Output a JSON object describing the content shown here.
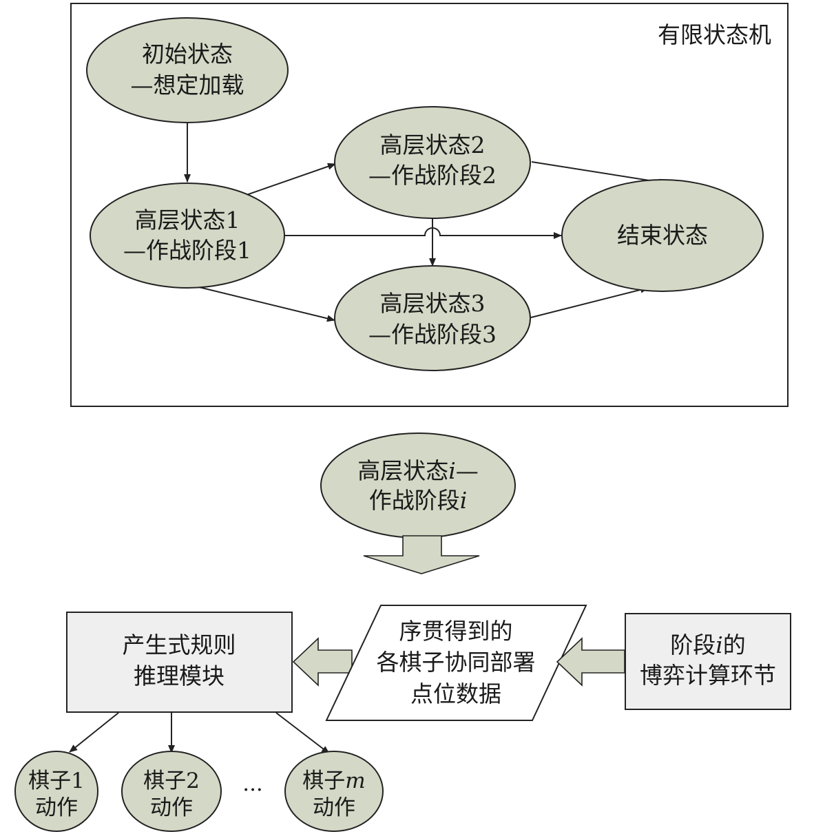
{
  "fsm": {
    "title": "有限状态机",
    "initial": {
      "line1": "初始状态",
      "line2": "—想定加载"
    },
    "high1": {
      "line1": "高层状态1",
      "line2": "—作战阶段1"
    },
    "high2": {
      "line1": "高层状态2",
      "line2": "—作战阶段2"
    },
    "high3": {
      "line1": "高层状态3",
      "line2": "—作战阶段3"
    },
    "end": {
      "label": "结束状态"
    }
  },
  "stage_node": {
    "line1_prefix": "高层状态",
    "line1_var": "i",
    "line1_suffix": "—",
    "line2_prefix": "作战阶段",
    "line2_var": "i"
  },
  "rule_module": {
    "line1": "产生式规则",
    "line2": "推理模块"
  },
  "data_block": {
    "line1": "序贯得到的",
    "line2": "各棋子协同部署",
    "line3": "点位数据"
  },
  "game_calc": {
    "line1_prefix": "阶段",
    "line1_var": "i",
    "line1_suffix": "的",
    "line2": "博弈计算环节"
  },
  "pieces": [
    {
      "line1_prefix": "棋子",
      "line1_var": "1",
      "line2": "动作"
    },
    {
      "line1_prefix": "棋子",
      "line1_var": "2",
      "line2": "动作"
    },
    {
      "line1_prefix": "棋子",
      "line1_var": "m",
      "line2": "动作"
    }
  ],
  "ellipsis": "...",
  "colors": {
    "node_fill": "#d4d8c6",
    "box_fill": "#efefef",
    "stroke": "#222222"
  }
}
